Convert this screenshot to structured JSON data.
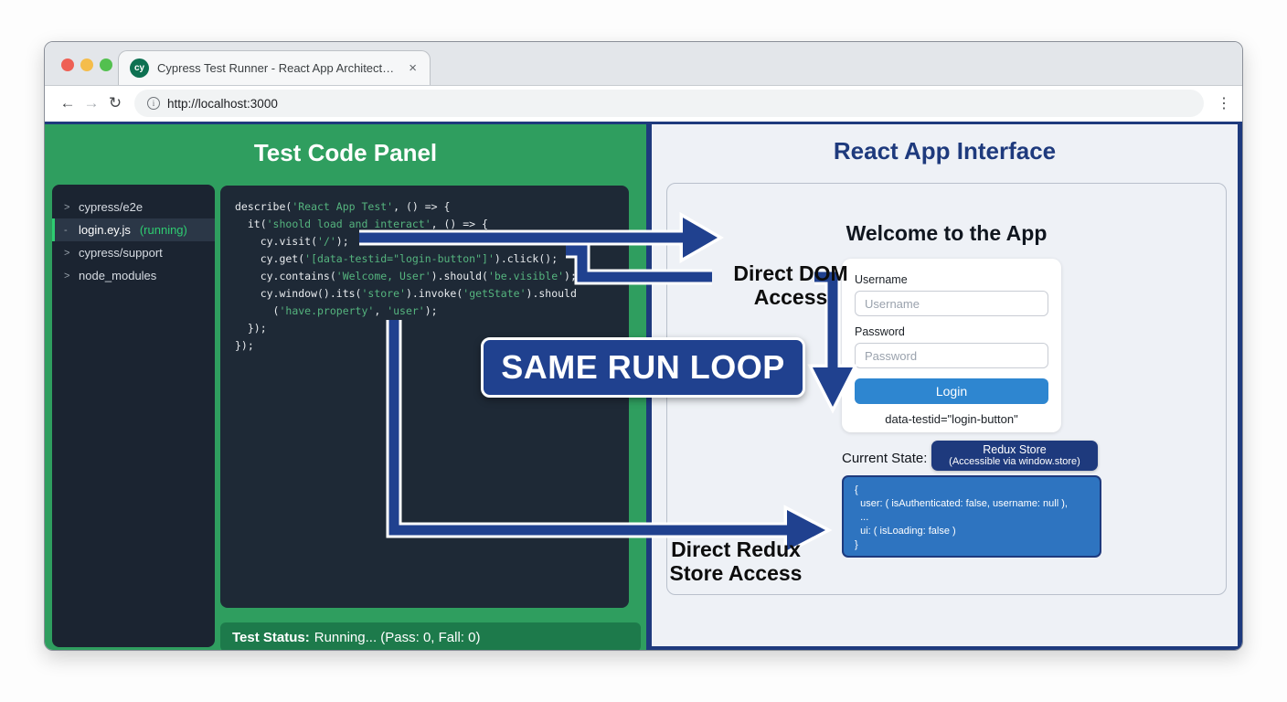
{
  "browser": {
    "tab_title": "Cypress Test Runner - React App Architecture",
    "tab_logo_text": "cy",
    "close_tab": "×",
    "back_icon": "←",
    "forward_icon": "→",
    "reload_icon": "↻",
    "info_icon": "i",
    "url": "http://localhost:3000",
    "menu_dots": "⋮"
  },
  "left_panel": {
    "title": "Test Code Panel",
    "file_tree": [
      {
        "prefix": ">",
        "label": "cypress/e2e",
        "status": "",
        "selected": false
      },
      {
        "prefix": "-",
        "label": "login.ey.js",
        "status": "(running)",
        "selected": true
      },
      {
        "prefix": ">",
        "label": "cypress/support",
        "status": "",
        "selected": false
      },
      {
        "prefix": ">",
        "label": "node_modules",
        "status": "",
        "selected": false
      }
    ],
    "code_lines": [
      [
        [
          "describe(",
          "p"
        ],
        [
          "'React App Test'",
          "s"
        ],
        [
          ", () => {",
          "p"
        ]
      ],
      [
        [
          "  it(",
          "p"
        ],
        [
          "'shoold load and interact'",
          "s"
        ],
        [
          ", () => {",
          "p"
        ]
      ],
      [
        [
          "    cy.visit(",
          "p"
        ],
        [
          "'/'",
          "s"
        ],
        [
          ");",
          "p"
        ]
      ],
      [
        [
          "    cy.get(",
          "p"
        ],
        [
          "'[data-testid=\"login-button\"]'",
          "s"
        ],
        [
          ").click();",
          "p"
        ]
      ],
      [
        [
          "    cy.contains(",
          "p"
        ],
        [
          "'Welcome, User'",
          "s"
        ],
        [
          ").should(",
          "p"
        ],
        [
          "'be.visible'",
          "s"
        ],
        [
          ");",
          "p"
        ]
      ],
      [
        [
          "    cy.window().its(",
          "p"
        ],
        [
          "'store'",
          "s"
        ],
        [
          ").invoke(",
          "p"
        ],
        [
          "'getState'",
          "s"
        ],
        [
          ").should",
          "p"
        ]
      ],
      [
        [
          "      (",
          "p"
        ],
        [
          "'have.property'",
          "s"
        ],
        [
          ", ",
          "p"
        ],
        [
          "'user'",
          "s"
        ],
        [
          ");",
          "p"
        ]
      ],
      [
        [
          "  });",
          "p"
        ]
      ],
      [
        [
          "});",
          "p"
        ]
      ]
    ],
    "status": {
      "label": "Test Status:",
      "text": "Running... (Pass: 0, Fall: 0)"
    }
  },
  "right_panel": {
    "title": "React App Interface",
    "app_heading": "Welcome to the App",
    "form": {
      "username_label": "Username",
      "username_placeholder": "Username",
      "password_label": "Password",
      "password_placeholder": "Password",
      "login_button": "Login",
      "testid_caption": "data-testid=\"login-button\""
    },
    "state": {
      "label": "Current State:",
      "badge_title": "Redux Store",
      "badge_subtitle": "(Accessible via window.store)",
      "lines": [
        "{",
        "  user: ( isAuthenticated: false, username: null ),",
        "  ...",
        "  ui: ( isLoading: false )",
        "}"
      ]
    }
  },
  "annotations": {
    "same_run_loop": "SAME RUN LOOP",
    "direct_dom_line1": "Direct DOM",
    "direct_dom_line2": "Access",
    "direct_redux_line1": "Direct Redux",
    "direct_redux_line2": "Store Access"
  },
  "colors": {
    "panel_green": "#2f9e5f",
    "status_green": "#1d7a4b",
    "accent_green": "#2ecc71",
    "navy": "#1e3a7d",
    "arrow_navy": "#20418f",
    "state_blue": "#2e74c0",
    "login_blue": "#2e86d0"
  }
}
